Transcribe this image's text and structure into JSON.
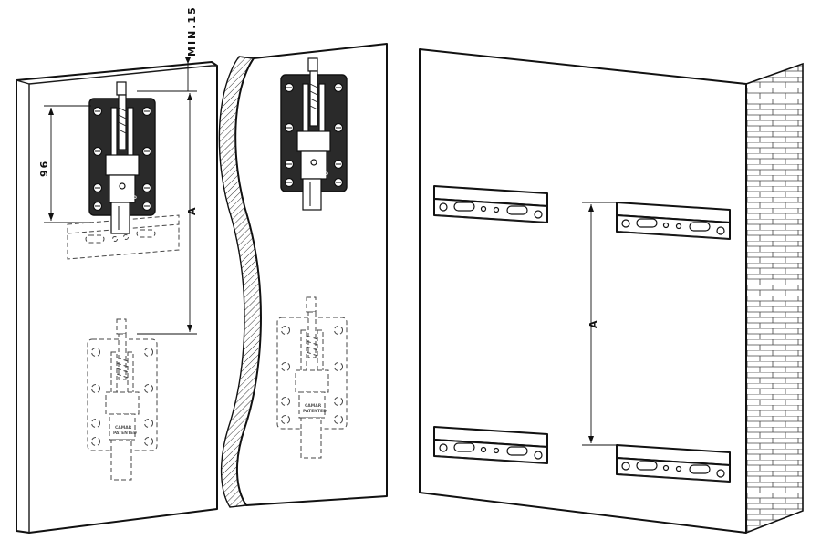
{
  "dimensions": {
    "min_clearance": "MIN.15",
    "height_96": "96",
    "distance_a_left": "A",
    "distance_a_right": "A"
  },
  "bracket_markings": {
    "brand": "CAMAR",
    "patent": "PATENTED"
  },
  "colors": {
    "line": "#1a1a1a",
    "plate": "#2a2a2a",
    "background": "#ffffff"
  }
}
